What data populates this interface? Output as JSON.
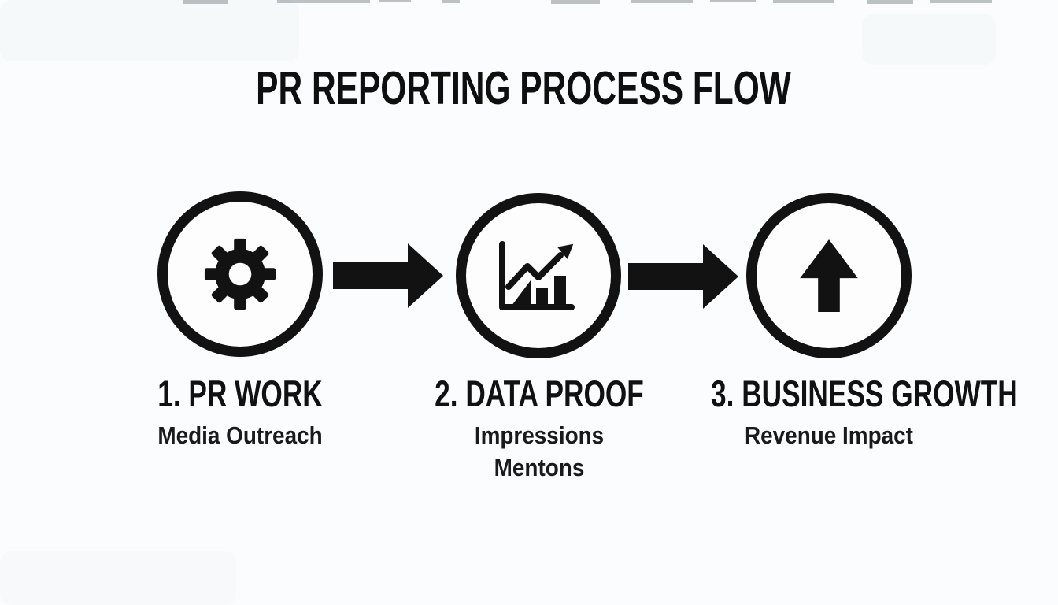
{
  "title": "PR REPORTING PROCESS FLOW",
  "colors": {
    "ink": "#121212",
    "background": "#fbfcfd"
  },
  "steps": [
    {
      "number_label": "1. PR WORK",
      "sublabels": [
        "Media Outreach"
      ],
      "icon": "gear-icon"
    },
    {
      "number_label": "2. DATA PROOF",
      "sublabels": [
        "Impressions",
        "Mentons"
      ],
      "icon": "bar-chart-trend-icon"
    },
    {
      "number_label": "3. BUSINESS GROWTH",
      "sublabels": [
        "Revenue Impact"
      ],
      "icon": "up-arrow-icon"
    }
  ],
  "connectors": [
    {
      "icon": "right-arrow-icon"
    },
    {
      "icon": "right-arrow-icon"
    }
  ]
}
